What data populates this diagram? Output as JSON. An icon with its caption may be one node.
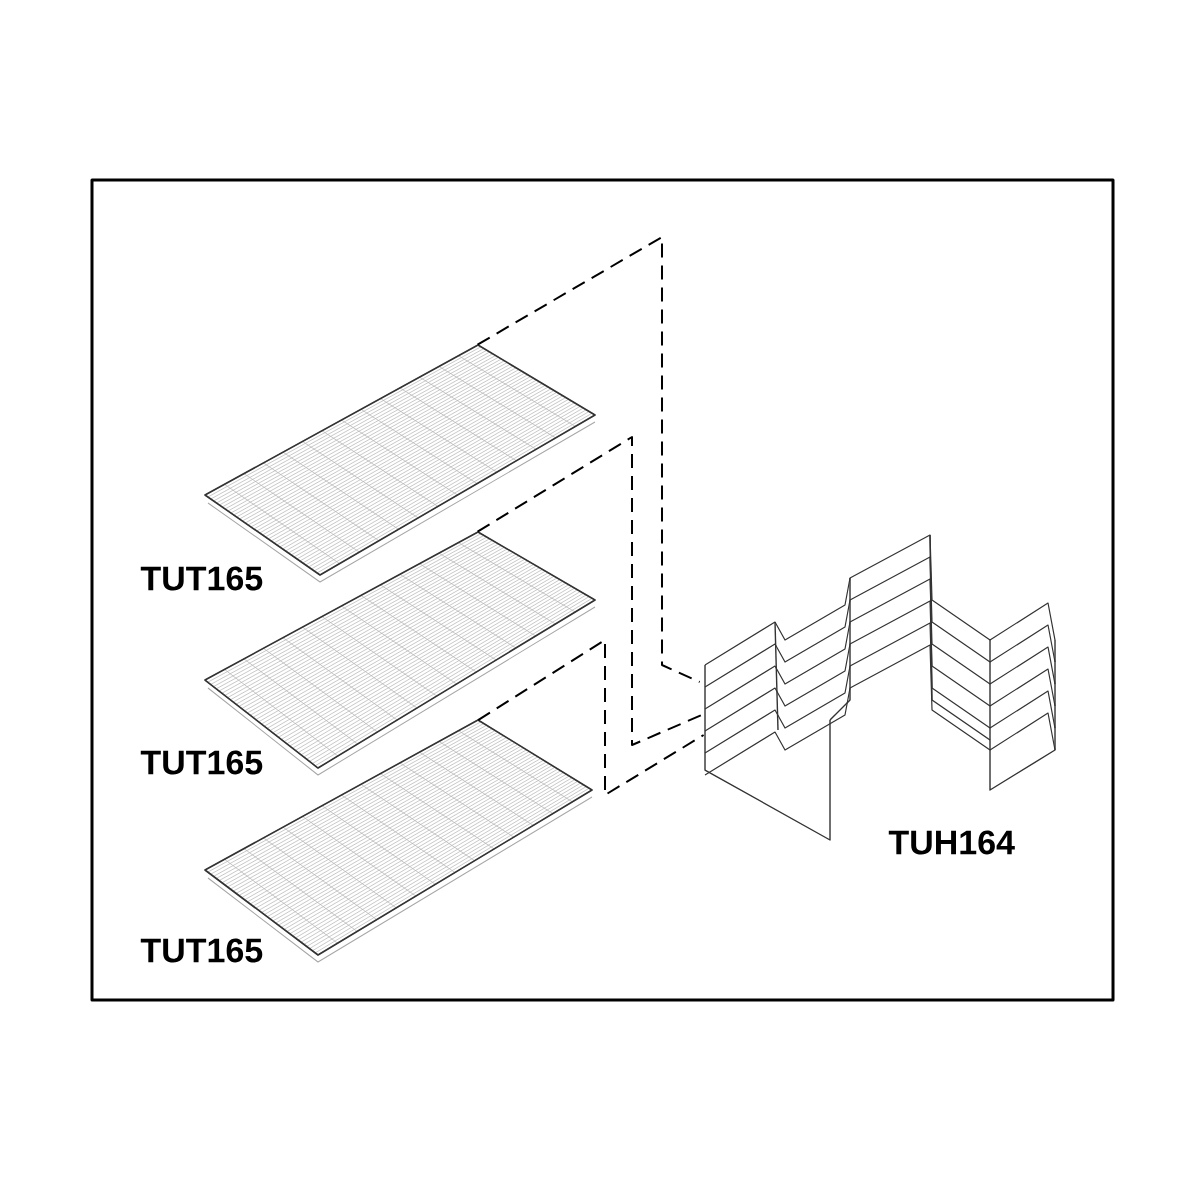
{
  "diagram": {
    "nodes": [
      {
        "text": [],
        "shape": "picture",
        "beside": [
          "TUT165"
        ]
      },
      {
        "text": [],
        "shape": "picture",
        "beside": [
          "TUT165"
        ]
      },
      {
        "text": [],
        "shape": "picture",
        "beside": [
          "TUT165"
        ]
      },
      {
        "text": [],
        "shape": "picture",
        "beside": [
          "TUH164"
        ]
      }
    ],
    "edges": [
      {
        "from": 0,
        "to": 3,
        "arrow": "none",
        "style": "dashed"
      },
      {
        "from": 1,
        "to": 3,
        "arrow": "none",
        "style": "dashed"
      },
      {
        "from": 2,
        "to": 3,
        "arrow": "none",
        "style": "dashed"
      }
    ]
  }
}
